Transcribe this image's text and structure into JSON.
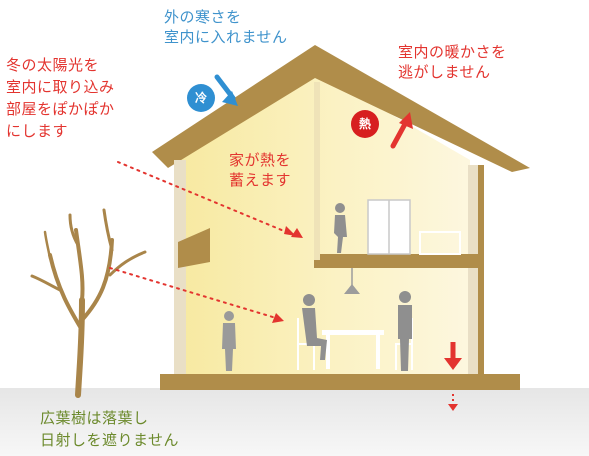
{
  "labels": {
    "outside_cold": [
      "外の寒さを",
      "室内に入れません"
    ],
    "indoor_warmth": [
      "室内の暖かさを",
      "逃がしません"
    ],
    "winter_sun": [
      "冬の太陽光を",
      "室内に取り込み",
      "部屋をぽかぽか",
      "にします"
    ],
    "house_heat": [
      "家が熱を",
      "蓄えます"
    ],
    "deciduous_tree": [
      "広葉樹は落葉し",
      "日射しを遮りません"
    ]
  },
  "badges": {
    "cold": "冷",
    "heat": "熱"
  },
  "colors": {
    "blue_text": "#3f93cc",
    "red_text": "#e3342f",
    "green_text": "#6c8a2c",
    "house_frame": "#b08d4a",
    "interior": "#fbf3c4",
    "wall_light": "#fffbe3",
    "ground": "#dadada"
  }
}
